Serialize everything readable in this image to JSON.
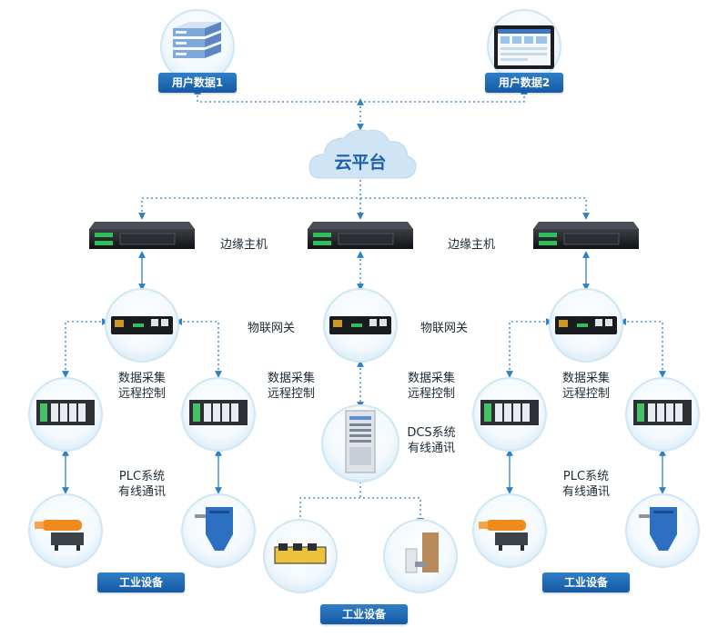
{
  "nodes": {
    "user_data_1": "用户数据1",
    "user_data_2": "用户数据2",
    "cloud": "云平台",
    "edge_host": "边缘主机",
    "iot_gateway": "物联网关",
    "data_acquisition": "数据采集\n远程控制",
    "plc_system": "PLC系统\n有线通讯",
    "dcs_system": "DCS系统\n有线通讯",
    "industrial_equipment": "工业设备"
  },
  "colors": {
    "badge": "#1a62ad",
    "connector": "#2d7fc6",
    "circle_border": "#cfe6f4",
    "cloud": "#cfe4f4"
  }
}
